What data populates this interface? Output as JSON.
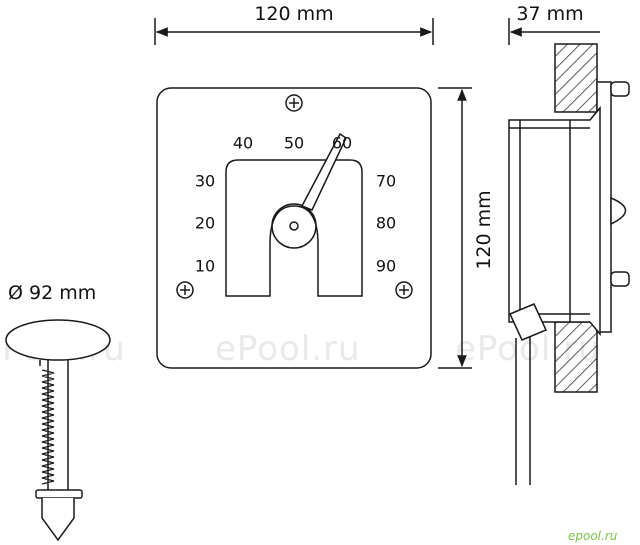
{
  "dimensions": {
    "front_width": "120 mm",
    "front_height": "120 mm",
    "side_depth": "37 mm",
    "probe_diameter": "Ø 92 mm"
  },
  "scale": {
    "left": [
      "30",
      "20",
      "10"
    ],
    "top": [
      "40",
      "50",
      "60"
    ],
    "right": [
      "70",
      "80",
      "90"
    ]
  },
  "watermarks": [
    "Pool.ru",
    "ePool.ru",
    "ePool.ru"
  ],
  "brand": "epool.ru",
  "colors": {
    "line": "#1a1a1a",
    "watermark": "#e9e9e9",
    "brand": "#7cc24a"
  }
}
